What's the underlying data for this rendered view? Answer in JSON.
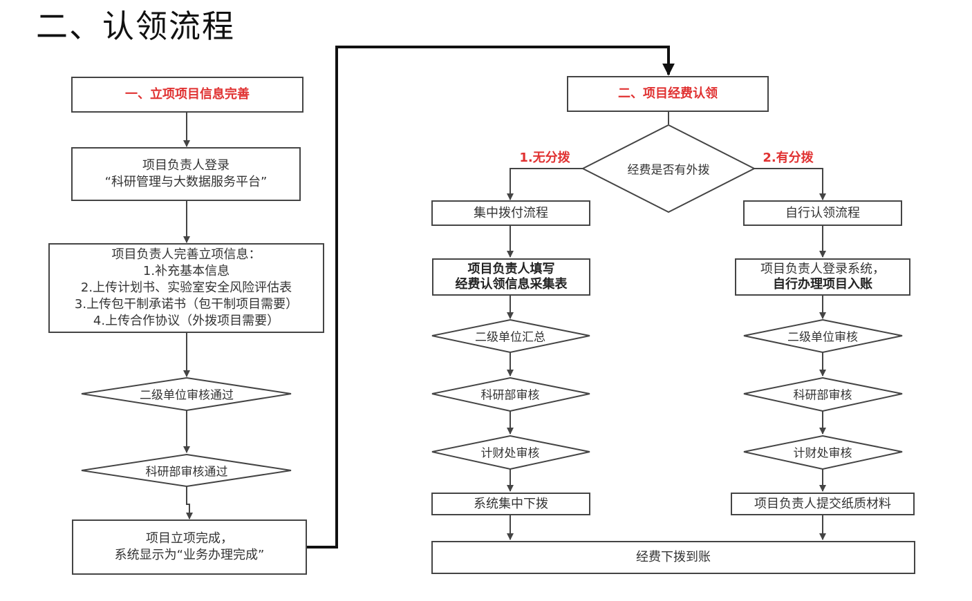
{
  "title": "二、认领流程",
  "left_column": {
    "step_header": "一、立项项目信息完善",
    "login": [
      "项目负责人登录",
      "“科研管理与大数据服务平台”"
    ],
    "complete_info": [
      "项目负责人完善立项信息：",
      "1.补充基本信息",
      "2.上传计划书、实验室安全风险评估表",
      "3.上传包干制承诺书（包干制项目需要）",
      "4.上传合作协议（外拨项目需要）"
    ],
    "unit_review": "二级单位审核通过",
    "research_review": "科研部审核通过",
    "done": [
      "项目立项完成，",
      "系统显示为“业务办理完成”"
    ]
  },
  "right_column": {
    "step_header": "二、项目经费认领",
    "decision": "经费是否有外拨",
    "branch_no": "1.无分拨",
    "branch_yes": "2.有分拨",
    "no_branch": {
      "process": "集中拨付流程",
      "fill_line1": "项目负责人填写",
      "fill_line2": "经费认领信息采集表",
      "unit_summary": "二级单位汇总",
      "research_review": "科研部审核",
      "finance_review": "计财处审核",
      "system_allocate": "系统集中下拨"
    },
    "yes_branch": {
      "process": "自行认领流程",
      "login_line1": "项目负责人登录系统，",
      "login_line2": "自行办理项目入账",
      "unit_review": "二级单位审核",
      "research_review": "科研部审核",
      "finance_review": "计财处审核",
      "submit": "项目负责人提交纸质材料"
    },
    "final": "经费下拨到账"
  },
  "colors": {
    "accent": "#e03131",
    "line": "#444444",
    "thick_connector": "#111111"
  }
}
